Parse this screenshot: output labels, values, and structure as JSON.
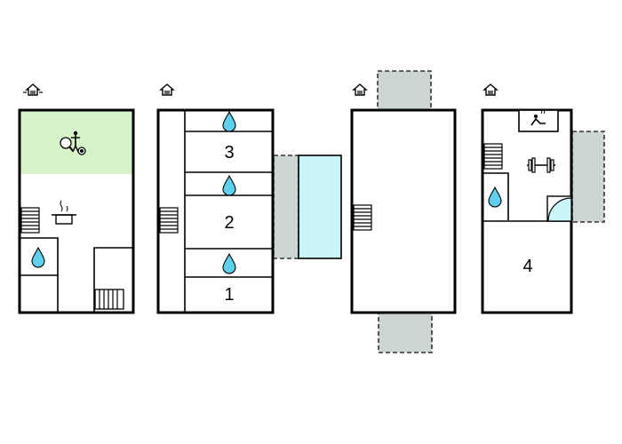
{
  "floors": [
    {
      "name": "floor-1",
      "rooms": []
    },
    {
      "name": "floor-2",
      "rooms": [
        "3",
        "2",
        "1"
      ]
    },
    {
      "name": "floor-3",
      "rooms": []
    },
    {
      "name": "floor-4",
      "rooms": [
        "4"
      ]
    }
  ],
  "room_labels": {
    "room_3": "3",
    "room_2": "2",
    "room_1": "1",
    "room_4": "4"
  },
  "colors": {
    "wall": "#000000",
    "garden": "#d5f2c8",
    "terrace": "#ccd4d4",
    "pool": "#c9f6f9",
    "water_drop": "#5fd0ee"
  },
  "icons": [
    "house-icon",
    "table-tennis-icon",
    "cooking-pot-icon",
    "water-drop-icon",
    "stairs-icon",
    "radiator-icon",
    "dumbbell-icon",
    "sauna-icon",
    "shower-icon"
  ]
}
